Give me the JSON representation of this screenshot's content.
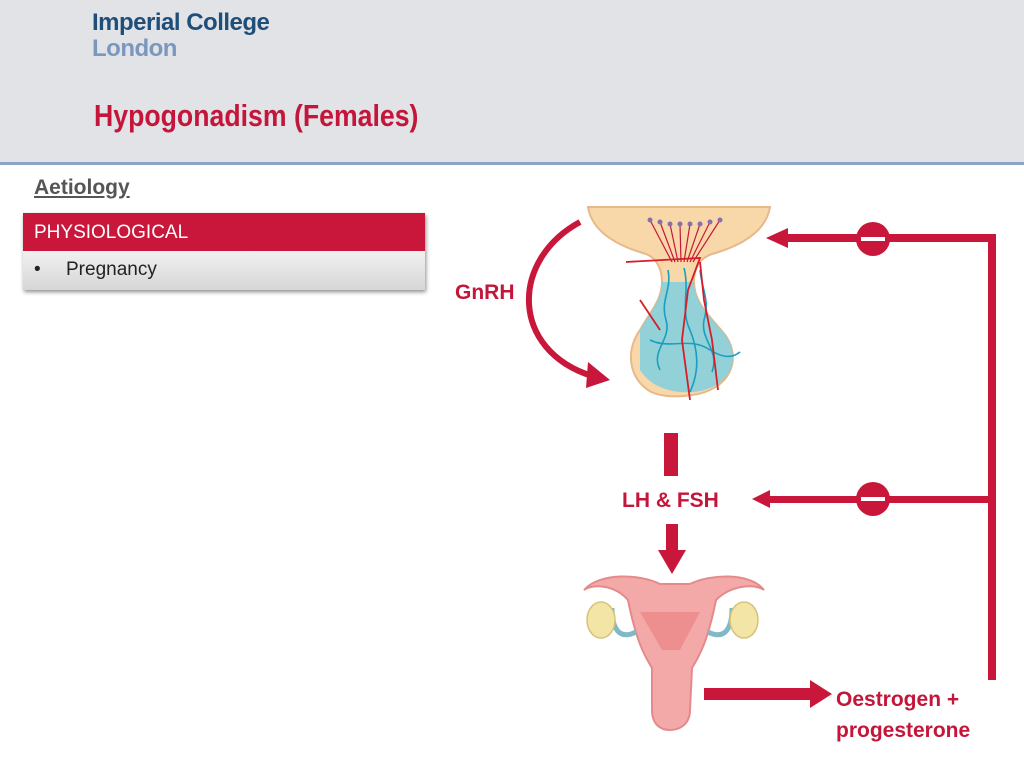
{
  "logo": {
    "line1": "Imperial College",
    "line2": "London"
  },
  "title": "Hypogonadism (Females)",
  "section_heading": "Aetiology",
  "category_box": {
    "header": "PHYSIOLOGICAL",
    "bullet": "•",
    "item": "Pregnancy"
  },
  "diagram": {
    "gnrh_label": "GnRH",
    "lh_fsh_label": "LH & FSH",
    "outcome_line1": "Oestrogen +",
    "outcome_line2": "progesterone",
    "inhibit_symbol_top": "—",
    "inhibit_symbol_mid": "—",
    "accent_color": "#c8173a"
  }
}
